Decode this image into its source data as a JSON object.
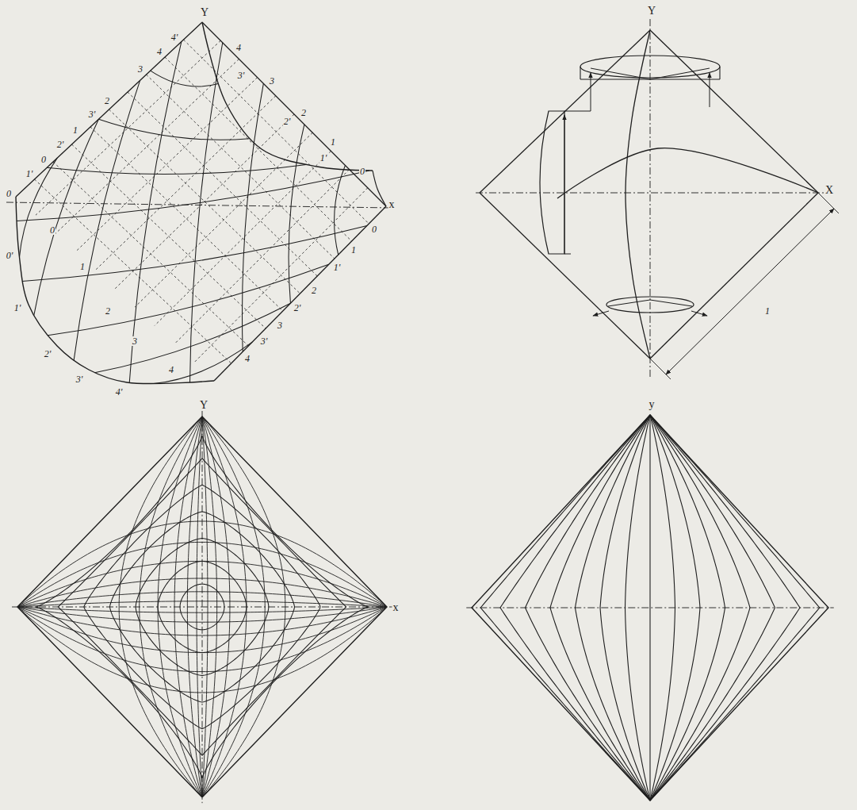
{
  "diagram": {
    "labels": [
      "Y",
      "x",
      "0",
      "1'",
      "0",
      "2'",
      "1",
      "3'",
      "2",
      "3",
      "4",
      "4'",
      "4",
      "3",
      "2",
      "1",
      "0",
      "3'",
      "2'",
      "1'",
      "0",
      "1",
      "1'",
      "2",
      "2'",
      "3",
      "3'",
      "4",
      "0'",
      "1'",
      "2'",
      "3'",
      "4'",
      "0",
      "1",
      "2",
      "3",
      "4",
      "Y",
      "X",
      "1",
      "Y",
      "x",
      "y"
    ]
  }
}
